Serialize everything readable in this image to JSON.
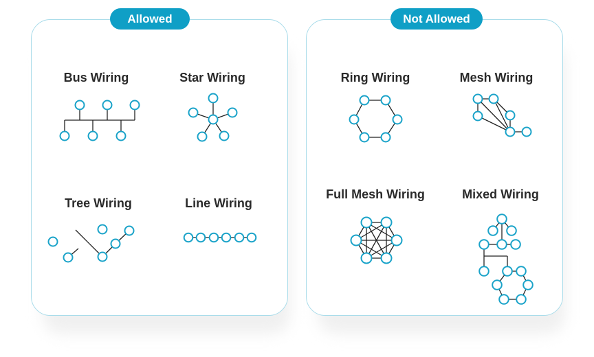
{
  "allowed": {
    "badge": "Allowed",
    "items": {
      "bus": "Bus Wiring",
      "star": "Star Wiring",
      "tree": "Tree Wiring",
      "line": "Line Wiring"
    }
  },
  "not_allowed": {
    "badge": "Not Allowed",
    "items": {
      "ring": "Ring Wiring",
      "mesh": "Mesh Wiring",
      "full_mesh": "Full Mesh Wiring",
      "mixed": "Mixed Wiring"
    }
  },
  "colors": {
    "accent": "#0f9fc6",
    "node_stroke": "#1aa3c9",
    "panel_border": "#a9dcea"
  }
}
